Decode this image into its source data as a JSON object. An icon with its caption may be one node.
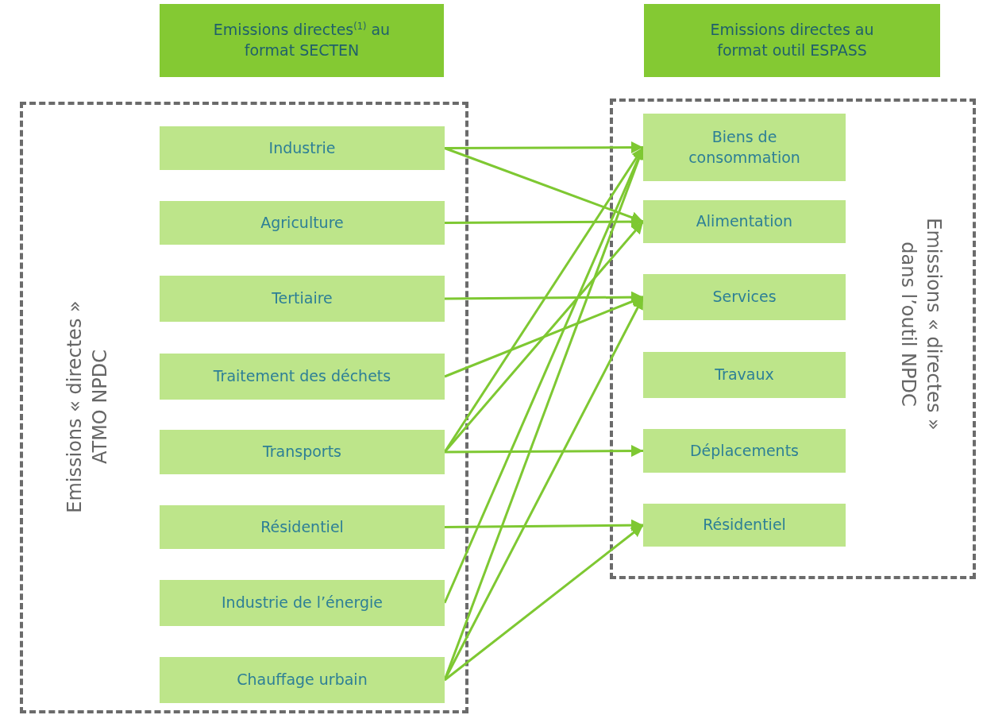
{
  "diagram": {
    "nodes": [
      {
        "text": [
          "Emissions directes$^{(1)}$ au format SECTEN"
        ]
      },
      {
        "text": [
          "Emissions directes au format outil ESPASS"
        ]
      },
      {
        "text": [
          "Emissions « directes » ATMO NPDC"
        ]
      },
      {
        "text": [
          "Industrie"
        ],
        "in": 2
      },
      {
        "text": [
          "Agriculture"
        ],
        "in": 2
      },
      {
        "text": [
          "Tertiaire"
        ],
        "in": 2
      },
      {
        "text": [
          "Traitement des déchets"
        ],
        "in": 2
      },
      {
        "text": [
          "Transports"
        ],
        "in": 2
      },
      {
        "text": [
          "Résidentiel"
        ],
        "in": 2
      },
      {
        "text": [
          "Industrie de l’énergie"
        ],
        "in": 2
      },
      {
        "text": [
          "Chauffage urbain"
        ],
        "in": 2
      },
      {
        "text": [
          "Emissions « directes » dans l’outil NPDC"
        ]
      },
      {
        "text": [
          "Biens de consommation"
        ],
        "in": 11
      },
      {
        "text": [
          "Alimentation"
        ],
        "in": 11
      },
      {
        "text": [
          "Services"
        ],
        "in": 11
      },
      {
        "text": [
          "Travaux"
        ],
        "in": 11
      },
      {
        "text": [
          "Déplacements"
        ],
        "in": 11
      },
      {
        "text": [
          "Résidentiel"
        ],
        "in": 11
      }
    ],
    "edges": [
      {
        "from": 3,
        "to": 12,
        "arrow": "to"
      },
      {
        "from": 3,
        "to": 13,
        "arrow": "to"
      },
      {
        "from": 4,
        "to": 13,
        "arrow": "to"
      },
      {
        "from": 5,
        "to": 14,
        "arrow": "to"
      },
      {
        "from": 6,
        "to": 14,
        "arrow": "to"
      },
      {
        "from": 7,
        "to": 12,
        "arrow": "to"
      },
      {
        "from": 7,
        "to": 13,
        "arrow": "to"
      },
      {
        "from": 7,
        "to": 16,
        "arrow": "to"
      },
      {
        "from": 8,
        "to": 17,
        "arrow": "to"
      },
      {
        "from": 9,
        "to": 12,
        "arrow": "to"
      },
      {
        "from": 10,
        "to": 12,
        "arrow": "to"
      },
      {
        "from": 10,
        "to": 14,
        "arrow": "to"
      },
      {
        "from": 10,
        "to": 17,
        "arrow": "to"
      }
    ]
  }
}
